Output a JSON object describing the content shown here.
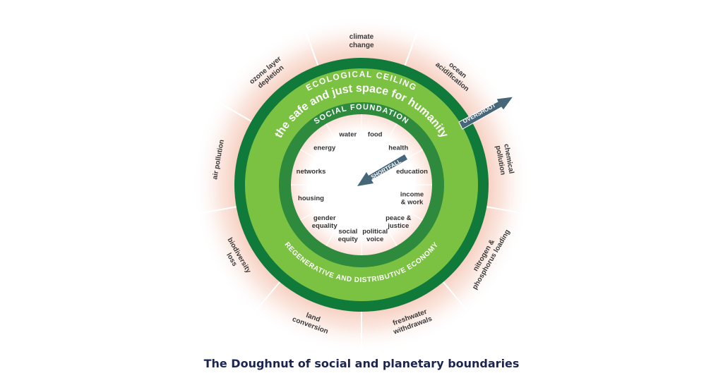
{
  "caption": "The Doughnut of social and planetary boundaries",
  "rings": {
    "ecological_ceiling": "ECOLOGICAL CEILING",
    "safe_space": "the safe and just space for humanity",
    "social_foundation": "SOCIAL FOUNDATION",
    "regenerative": "REGENERATIVE AND DISTRIBUTIVE ECONOMY"
  },
  "arrows": {
    "overshoot": "OVERSHOOT",
    "shortfall": "SHORTFALL"
  },
  "outer_labels": [
    [
      "climate",
      "change"
    ],
    [
      "ocean",
      "acidification"
    ],
    [
      "chemical",
      "pollution"
    ],
    [
      "nitrogen &",
      "phosphorus loading"
    ],
    [
      "freshwater",
      "withdrawals"
    ],
    [
      "land",
      "conversion"
    ],
    [
      "biodiversity",
      "loss"
    ],
    [
      "air pollution"
    ],
    [
      "ozone layer",
      "depletion"
    ]
  ],
  "inner_labels": [
    [
      "water"
    ],
    [
      "food"
    ],
    [
      "health"
    ],
    [
      "education"
    ],
    [
      "income",
      "& work"
    ],
    [
      "peace &",
      "justice"
    ],
    [
      "political",
      "voice"
    ],
    [
      "social",
      "equity"
    ],
    [
      "gender",
      "equality"
    ],
    [
      "housing"
    ],
    [
      "networks"
    ],
    [
      "energy"
    ]
  ],
  "colors": {
    "dark_green": "#0f7a3a",
    "light_green": "#7cc242",
    "mid_green": "#2e8b3e",
    "arrow": "#46667a",
    "overshoot_glow": "#f3b8a4"
  }
}
